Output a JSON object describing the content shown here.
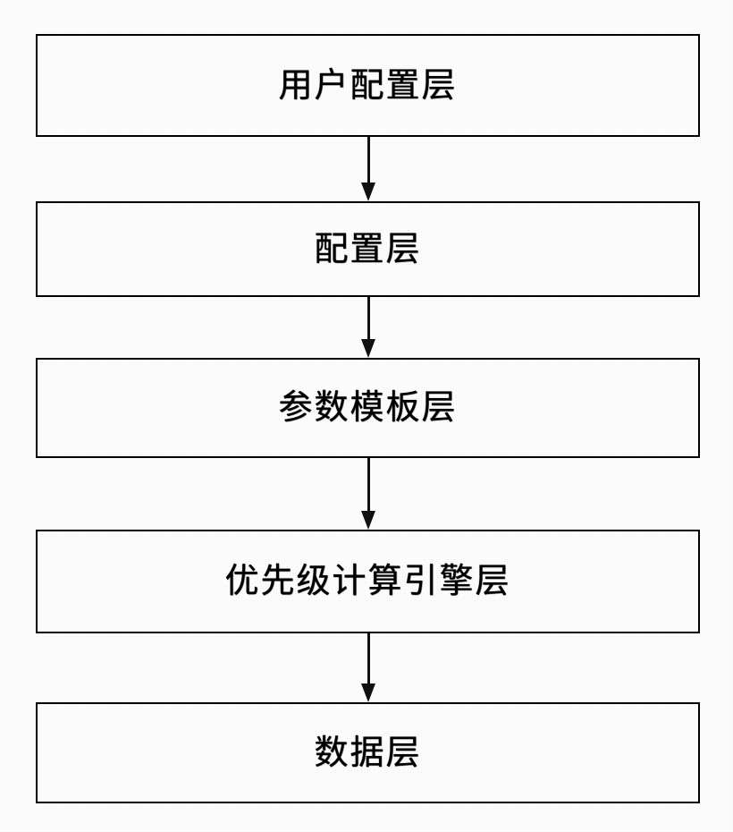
{
  "figure": {
    "type": "layered-architecture-flowchart",
    "orientation": "vertical-top-down",
    "background_color": "#ffffff",
    "line_color": "#111111",
    "text_color": "#1a1a1a",
    "box_count": 5,
    "arrow_count": 4
  },
  "layers": [
    {
      "id": "user-configuration-layer",
      "label": "用户配置层",
      "order": 1
    },
    {
      "id": "configuration-layer",
      "label": "配置层",
      "order": 2
    },
    {
      "id": "parameter-template-layer",
      "label": "参数模板层",
      "order": 3
    },
    {
      "id": "priority-calculation-engine-layer",
      "label": "优先级计算引擎层",
      "order": 4
    },
    {
      "id": "data-layer",
      "label": "数据层",
      "order": 5
    }
  ],
  "connectors": [
    {
      "id": "arrow-1",
      "from": "用户配置层",
      "to": "配置层",
      "glyph": "down-arrow"
    },
    {
      "id": "arrow-2",
      "from": "配置层",
      "to": "参数模板层",
      "glyph": "down-arrow"
    },
    {
      "id": "arrow-3",
      "from": "参数模板层",
      "to": "优先级计算引擎层",
      "glyph": "down-arrow"
    },
    {
      "id": "arrow-4",
      "from": "优先级计算引擎层",
      "to": "数据层",
      "glyph": "down-arrow"
    }
  ]
}
